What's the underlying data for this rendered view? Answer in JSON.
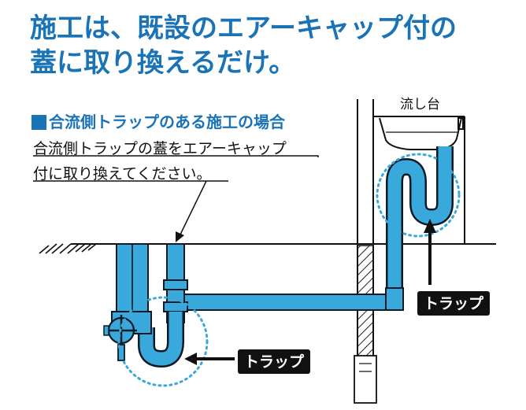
{
  "headline": {
    "line1": "施工は、既設のエアーキャップ付の",
    "line2": "蓋に取り換えるだけ。"
  },
  "section": {
    "title": "合流側トラップのある施工の場合",
    "note_line1": "合流側トラップの蓋をエアーキャップ",
    "note_line2": "付に取り換えてください。"
  },
  "labels": {
    "sink": "流し台",
    "trap_right": "トラップ",
    "trap_left": "トラップ"
  },
  "colors": {
    "pipe": "#39a9dc",
    "pipe_outline": "#0d1a26",
    "accent": "#1a73b7"
  }
}
